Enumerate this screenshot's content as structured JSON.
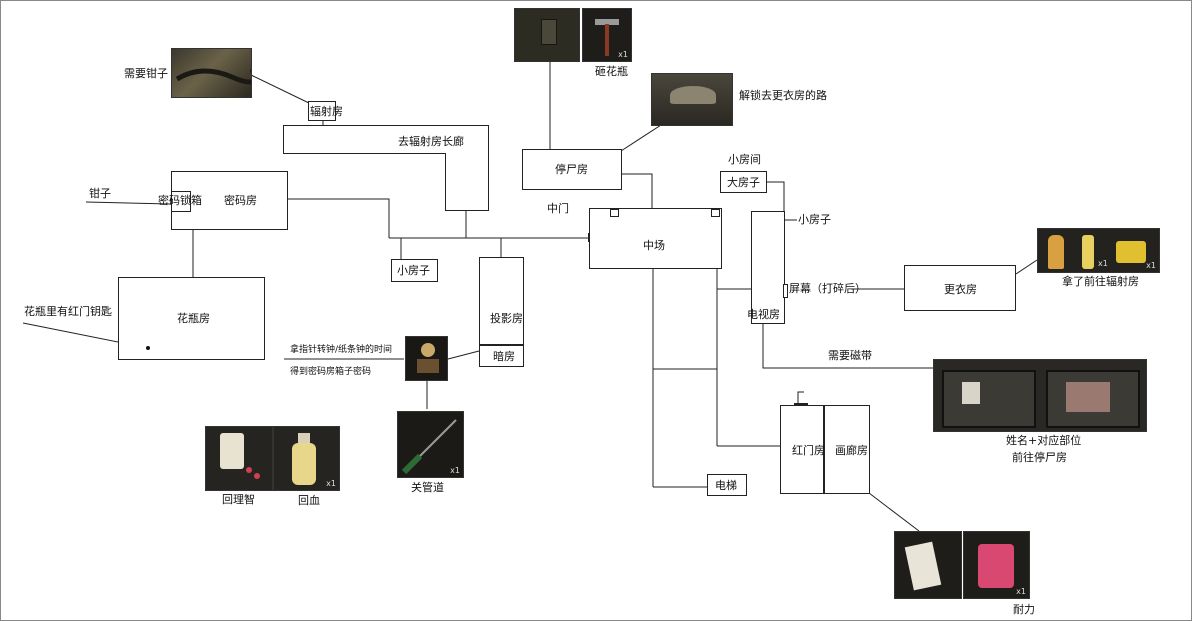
{
  "rooms": {
    "radiation": "辐射房",
    "corridor": "去辐射房长廊",
    "code_room": "密码房",
    "code_box": "密码锁箱",
    "small_room_left": "小房子",
    "vase_room": "花瓶房",
    "morgue": "停尸房",
    "middle_door": "中门",
    "central": "中场",
    "projection": "投影房",
    "darkroom": "暗房",
    "small_room_top": "小房间",
    "big_room": "大房子",
    "small_room_right": "小房子",
    "tv_room": "电视房",
    "changing": "更衣房",
    "screen": "屏幕（打碎后）",
    "red_door": "红门房",
    "gallery": "画廊房",
    "elevator": "电梯"
  },
  "notes": {
    "need_pliers": "需要钳子",
    "pliers": "钳子",
    "vase_red_key": "花瓶里有红门钥匙",
    "hammer": "砸花瓶",
    "unlock_path": "解锁去更衣房的路",
    "pointer_line1": "拿指针转钟/纸条钟的时间",
    "pointer_line2": "得到密码房箱子密码",
    "shutoff": "关管道",
    "sanity": "回理智",
    "heal": "回血",
    "go_radiation": "拿了前往辐射房",
    "need_tape": "需要磁带",
    "name_part": "姓名+对应部位",
    "go_morgue": "前往停尸房",
    "endurance": "耐力"
  },
  "items": {
    "qty_x1": "x1"
  },
  "colors": {
    "line": "#222222",
    "thumb_dark": "#2b2a24",
    "thumb_mid": "#4a463c"
  }
}
